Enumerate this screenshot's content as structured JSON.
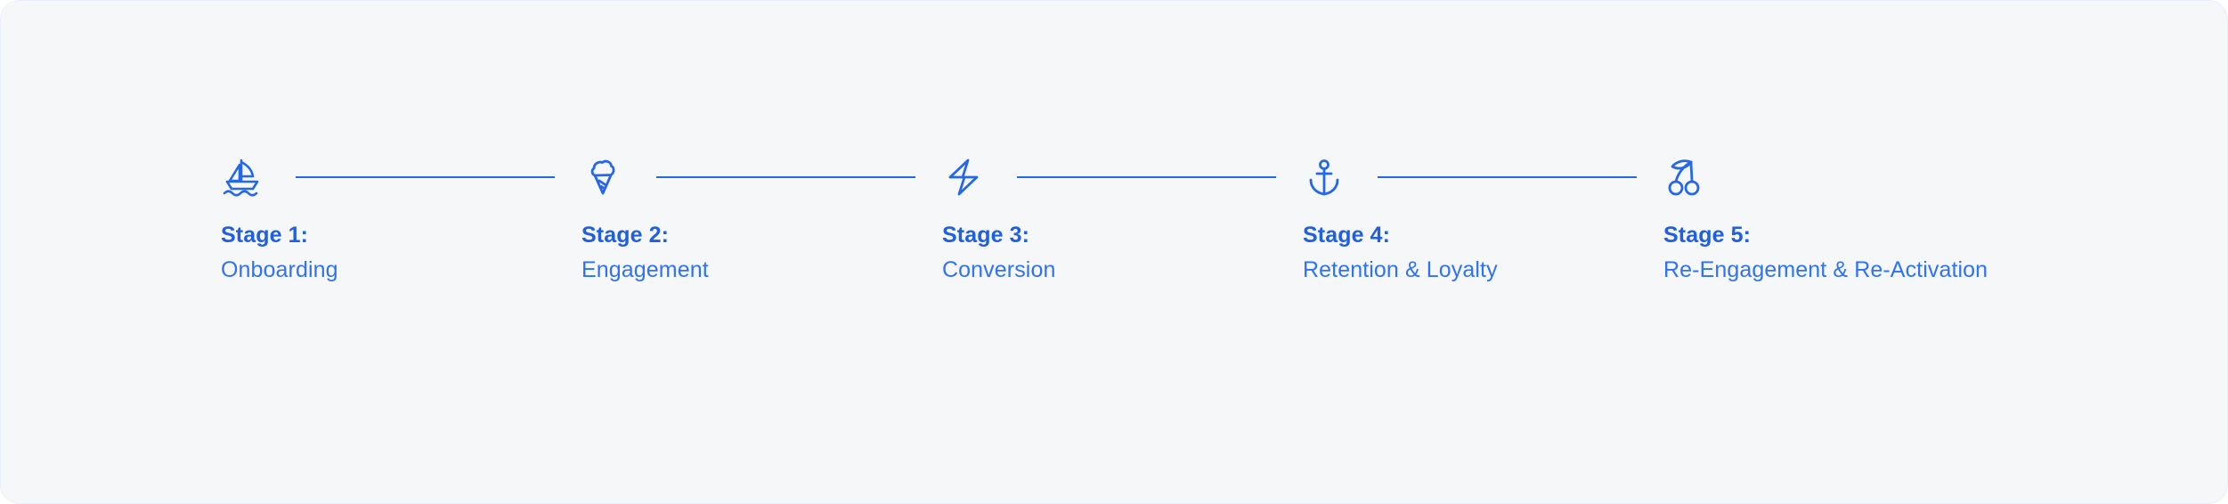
{
  "theme": {
    "panel_background": "#f6f7f8",
    "panel_border": "#e8eefb",
    "accent": "#2468e8",
    "title_color": "#1f5fe0",
    "name_color": "#2f72f2",
    "connector_color": "#2468e8"
  },
  "journey": {
    "stages": [
      {
        "icon": "sailboat-icon",
        "title": "Stage 1:",
        "name": "Onboarding"
      },
      {
        "icon": "ice-cream-cone-icon",
        "title": "Stage 2:",
        "name": "Engagement"
      },
      {
        "icon": "lightning-bolt-icon",
        "title": "Stage 3:",
        "name": "Conversion"
      },
      {
        "icon": "anchor-icon",
        "title": "Stage 4:",
        "name": "Retention & Loyalty"
      },
      {
        "icon": "cherries-icon",
        "title": "Stage 5:",
        "name": "Re-Engagement & Re-Activation"
      }
    ]
  }
}
